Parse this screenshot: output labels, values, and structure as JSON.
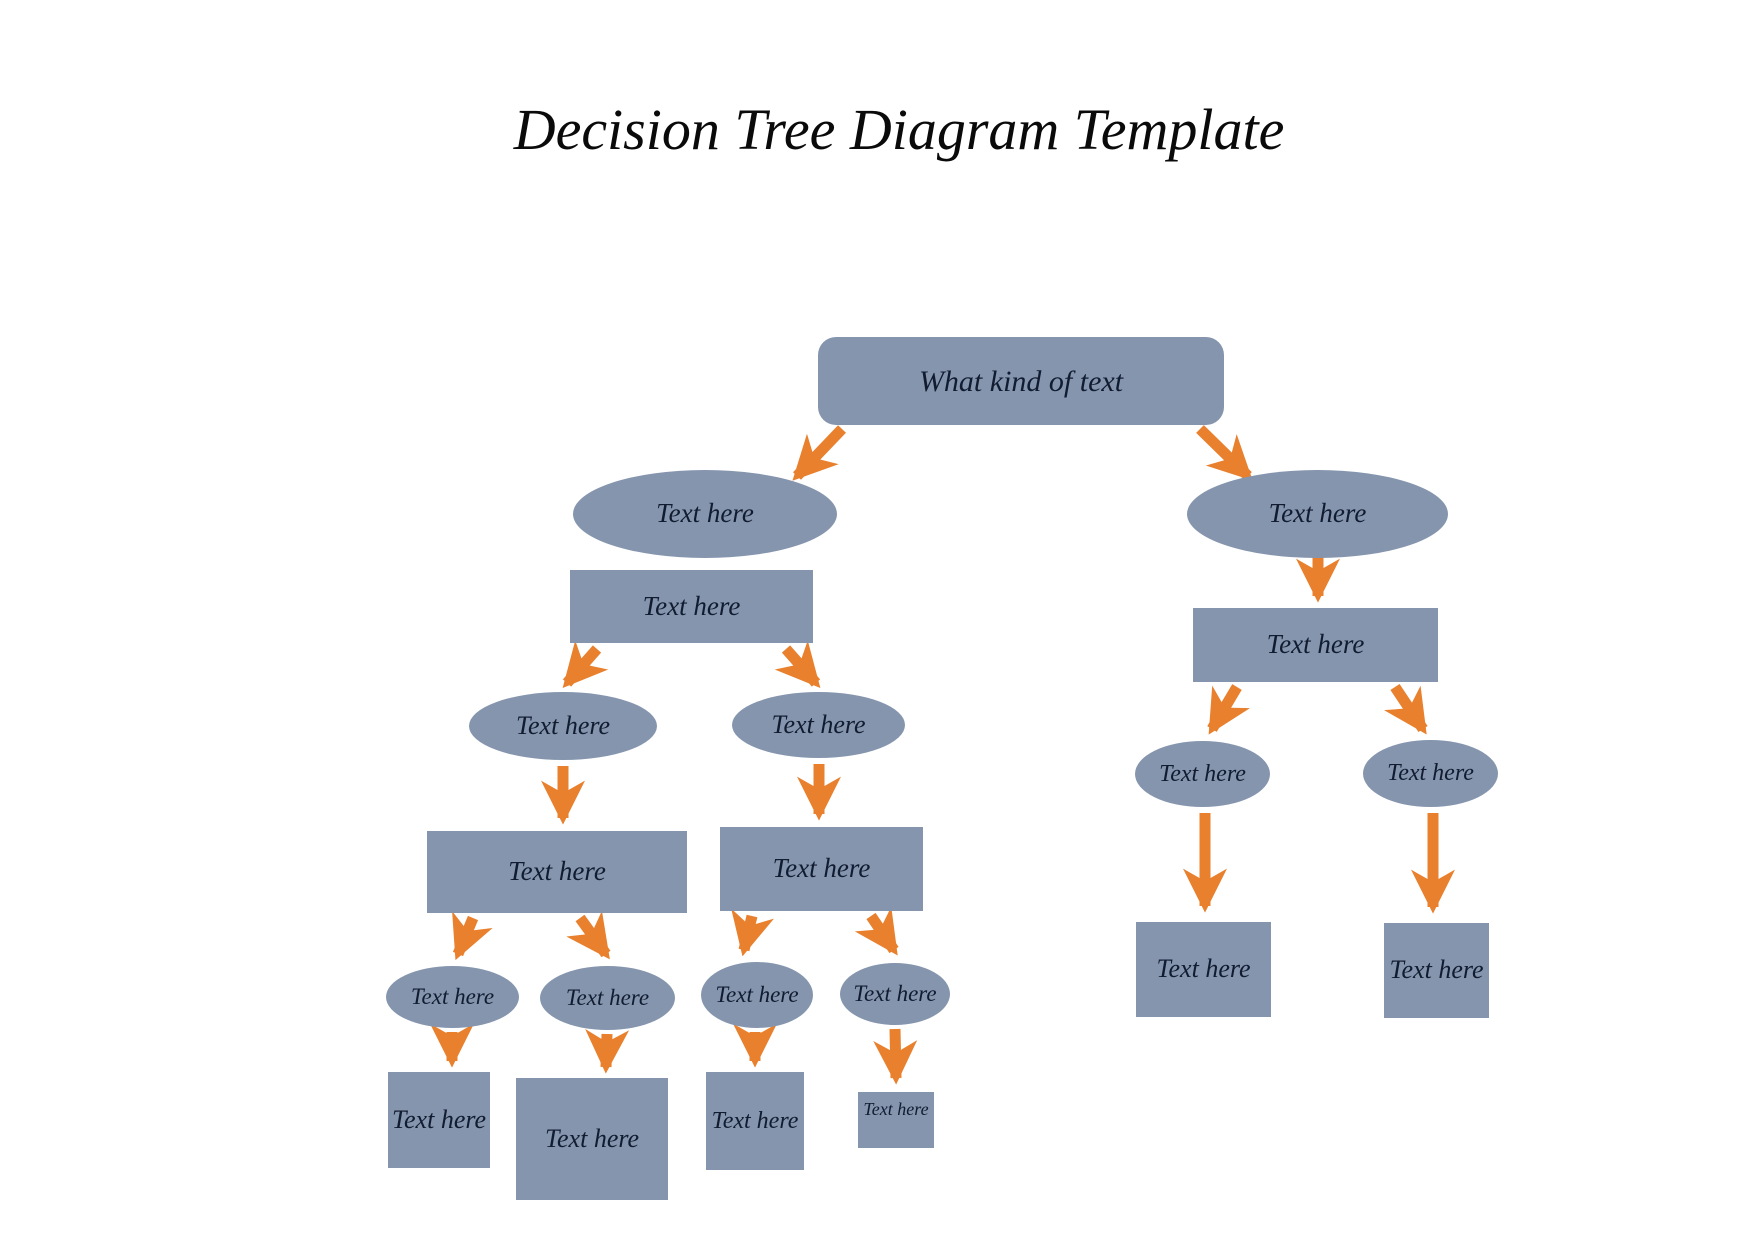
{
  "title": "Decision Tree Diagram Template",
  "colors": {
    "shape_fill": "#8595AE",
    "arrow": "#E8802D",
    "node_text": "#111C30",
    "title_text": "#0A0A0A",
    "background": "#FFFFFF"
  },
  "nodes": {
    "root": {
      "label": "What kind of text"
    },
    "l1_left": {
      "label": "Text here"
    },
    "l1_right": {
      "label": "Text here"
    },
    "l2_left": {
      "label": "Text here"
    },
    "l2_right": {
      "label": "Text here"
    },
    "l3_ll": {
      "label": "Text here"
    },
    "l3_lr": {
      "label": "Text here"
    },
    "l3_rl": {
      "label": "Text here"
    },
    "l3_rr": {
      "label": "Text here"
    },
    "l4_a": {
      "label": "Text here"
    },
    "l4_b": {
      "label": "Text here"
    },
    "l5_a": {
      "label": "Text here"
    },
    "l5_b": {
      "label": "Text here"
    },
    "l5_c": {
      "label": "Text here"
    },
    "l5_d": {
      "label": "Text here"
    },
    "l6_a": {
      "label": "Text here"
    },
    "l6_b": {
      "label": "Text here"
    },
    "l6_c": {
      "label": "Text here"
    },
    "l6_d": {
      "label": "Text here"
    },
    "r_sq_left": {
      "label": "Text here"
    },
    "r_sq_right": {
      "label": "Text here"
    }
  }
}
